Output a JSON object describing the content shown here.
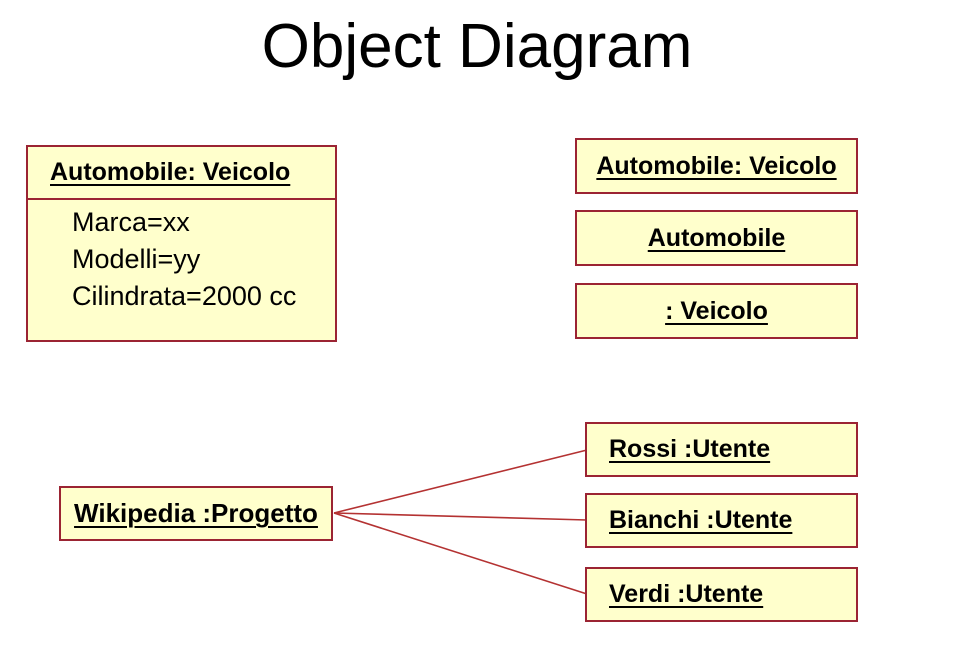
{
  "title": "Object Diagram",
  "colors": {
    "box_fill": "#FFFFCC",
    "box_border": "#9B2433",
    "connector": "#B43232",
    "text": "#000000",
    "background": "#FFFFFF"
  },
  "left_object": {
    "header": "Automobile: Veicolo",
    "attributes": [
      "Marca=xx",
      "Modelli=yy",
      "Cilindrata=2000 cc"
    ]
  },
  "right_objects": [
    {
      "label": "Automobile: Veicolo"
    },
    {
      "label": "Automobile"
    },
    {
      "label": ": Veicolo"
    }
  ],
  "project_object": {
    "label": "Wikipedia :Progetto"
  },
  "user_objects": [
    {
      "label": "Rossi :Utente"
    },
    {
      "label": "Bianchi :Utente"
    },
    {
      "label": "Verdi :Utente"
    }
  ],
  "connectors": [
    {
      "from": "Wikipedia :Progetto",
      "to": "Rossi :Utente"
    },
    {
      "from": "Wikipedia :Progetto",
      "to": "Bianchi :Utente"
    },
    {
      "from": "Wikipedia :Progetto",
      "to": "Verdi :Utente"
    }
  ]
}
